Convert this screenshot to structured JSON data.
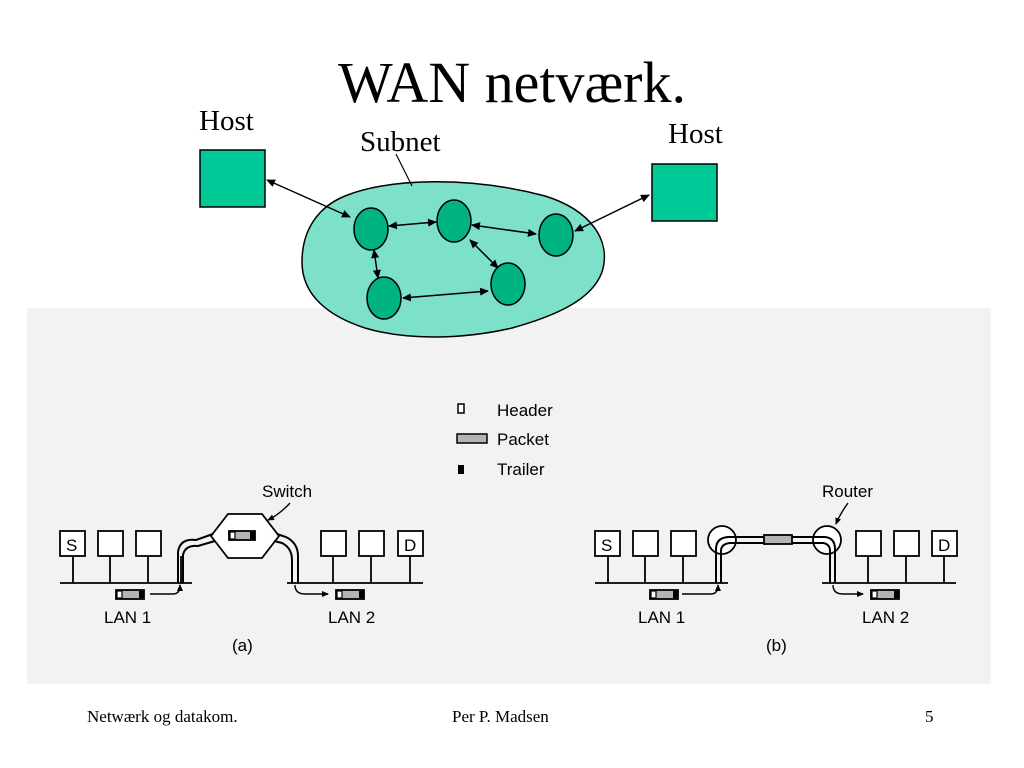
{
  "slide": {
    "title": "WAN netværk.",
    "host_left_label": "Host",
    "host_right_label": "Host",
    "subnet_label": "Subnet"
  },
  "figure": {
    "legend": {
      "header": "Header",
      "packet": "Packet",
      "trailer": "Trailer"
    },
    "part_a": {
      "device_label": "Switch",
      "lan1_label": "LAN 1",
      "lan2_label": "LAN 2",
      "source_label": "S",
      "dest_label": "D",
      "caption": "(a)"
    },
    "part_b": {
      "device_label": "Router",
      "lan1_label": "LAN 1",
      "lan2_label": "LAN 2",
      "source_label": "S",
      "dest_label": "D",
      "caption": "(b)"
    }
  },
  "colors": {
    "host_fill": "#00c896",
    "node_fill": "#00b482",
    "subnet_fill": "#7de0c8",
    "panel_bg": "#f2f2f2",
    "packet_fill": "#b4b4b4"
  },
  "footer": {
    "left": "Netwærk og datakom.",
    "center": "Per P. Madsen",
    "page_number": "5"
  }
}
